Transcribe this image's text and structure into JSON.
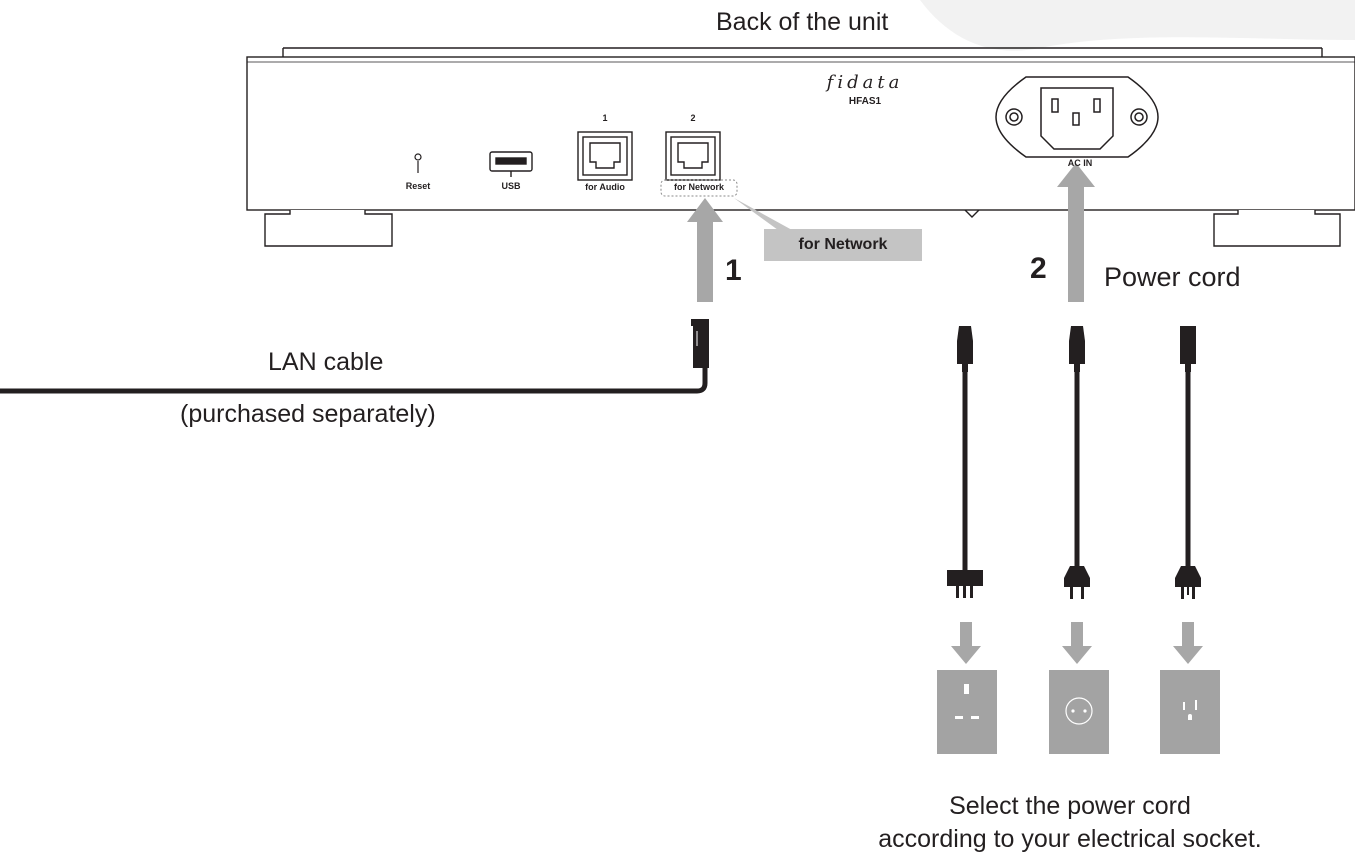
{
  "title": "Back of the unit",
  "unit": {
    "brand": "fidata",
    "model": "HFAS1",
    "ports": {
      "reset": "Reset",
      "usb": "USB",
      "audio_number": "1",
      "audio": "for Audio",
      "network_number": "2",
      "network": "for Network",
      "ac": "AC IN"
    }
  },
  "callout": "for Network",
  "steps": {
    "step1": "1",
    "step2": "2"
  },
  "labels": {
    "lan_cable": "LAN cable",
    "purchased": "(purchased separately)",
    "power_cord": "Power cord",
    "select_line1": "Select the power cord",
    "select_line2": "according to your electrical socket."
  },
  "colors": {
    "ink": "#231f20",
    "arrow": "#a7a7a7",
    "socket": "#a3a3a3",
    "callout": "#c4c4c4"
  }
}
